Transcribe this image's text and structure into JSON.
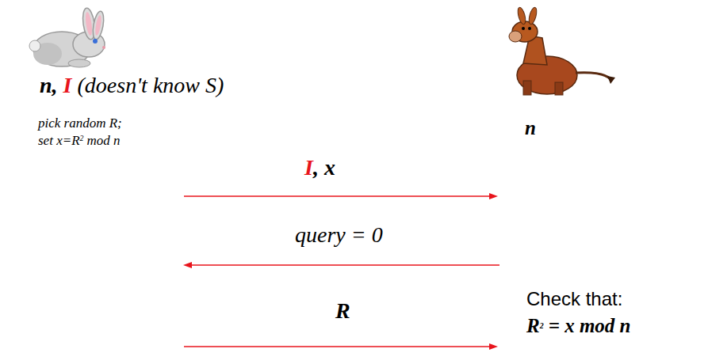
{
  "diagram": {
    "labels": [
      "n,",
      "I",
      "(doesn't know S)",
      "pick random R;",
      "set x=R",
      "2",
      "mod n",
      "n",
      "I",
      ", x",
      "query = 0",
      "R",
      "Check that:",
      "R",
      "2",
      "= x mod n"
    ]
  }
}
